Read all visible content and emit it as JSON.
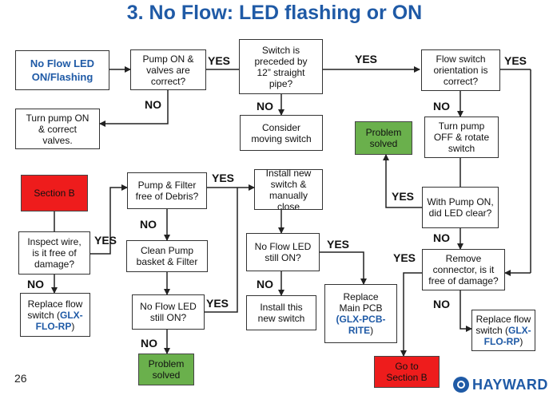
{
  "title": "3. No Flow: LED flashing or ON",
  "page_number": "26",
  "logo_text": "HAYWARD",
  "boxes": {
    "no_flow_led": [
      "No Flow LED",
      "ON/Flashing"
    ],
    "pump_valves": [
      "Pump ON &",
      "valves are",
      "correct?"
    ],
    "turn_pump_on": [
      "Turn pump ON",
      "& correct",
      "valves."
    ],
    "switch_preceded": [
      "Switch is",
      "preceded by",
      "12” straight",
      "pipe?"
    ],
    "consider_moving": [
      "Consider",
      "moving switch"
    ],
    "flow_orientation": [
      "Flow switch",
      "orientation is",
      "correct?"
    ],
    "problem_solved_top": [
      "Problem",
      "solved"
    ],
    "turn_pump_off": [
      "Turn pump",
      "OFF & rotate",
      "switch"
    ],
    "section_b": [
      "Section B"
    ],
    "pump_filter_debris": [
      "Pump & Filter",
      "free of Debris?"
    ],
    "install_new_switch": [
      "Install new",
      "switch &",
      "manually close"
    ],
    "pump_on_led_clear": [
      "With Pump ON,",
      "did LED clear?"
    ],
    "inspect_wire": [
      "Inspect wire,",
      "is it free of",
      "damage?"
    ],
    "clean_pump": [
      "Clean Pump",
      "basket & Filter"
    ],
    "no_flow_led_mid": [
      "No Flow LED",
      "still ON?"
    ],
    "remove_connector": [
      "Remove",
      "connector, is it",
      "free of damage?"
    ],
    "replace_flow_left": {
      "lines": [
        "Replace flow"
      ],
      "line2_prefix": "switch (",
      "code1": "GLX-",
      "code2": "FLO-RP",
      "suffix": ")"
    },
    "no_flow_led_low": [
      "No Flow LED",
      "still ON?"
    ],
    "install_this": [
      "Install this",
      "new switch"
    ],
    "replace_pcb": {
      "lines": [
        "Replace",
        "Main PCB"
      ],
      "code1": "(GLX-PCB-",
      "code2": "RITE",
      "suffix": ")"
    },
    "replace_flow_right": {
      "lines": [
        "Replace flow"
      ],
      "line2_prefix": "switch (",
      "code1": "GLX-",
      "code2": "FLO-RP",
      "suffix": ")"
    },
    "problem_solved_bottom": [
      "Problem",
      "solved"
    ],
    "go_to_section_b": [
      "Go to",
      "Section B"
    ]
  },
  "labels": {
    "yes": "YES",
    "no": "NO"
  },
  "colors": {
    "title_blue": "#1f5aa6",
    "red": "#ee1c1c",
    "green": "#6ab04c"
  }
}
